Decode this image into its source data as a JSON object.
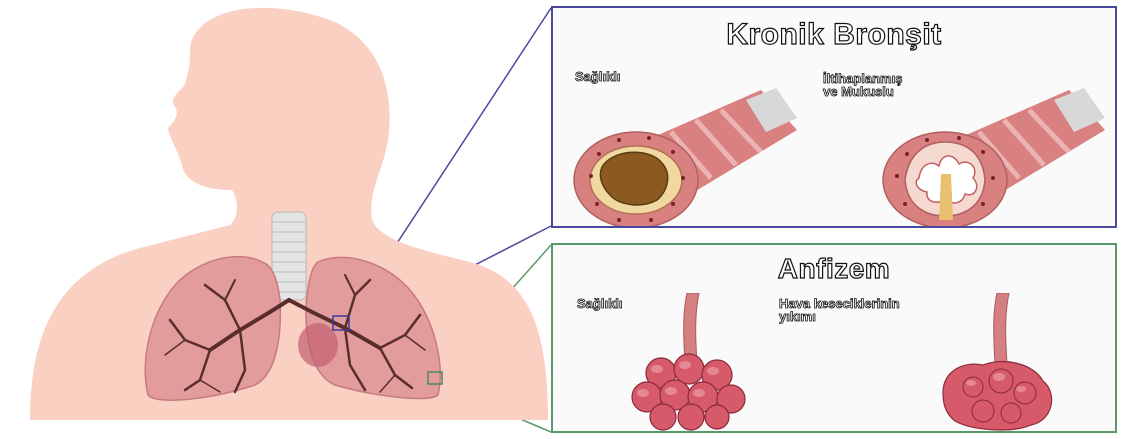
{
  "top_panel": {
    "title": "Kronik Bronşit",
    "left_label": "Sağlıklı",
    "right_label": "İltihaplanmış\nve Mukuslu"
  },
  "bottom_panel": {
    "title": "Anfizem",
    "left_label": "Sağlıklı",
    "right_label": "Hava keseciklerinin\nyıkımı"
  },
  "colors": {
    "skin": "#f9d0c1",
    "lung": "#e8a0a0",
    "lung_dark": "#c45d6a",
    "bronchi": "#5a2d2d",
    "trachea": "#e2e2e2",
    "top_frame": "#4a4a9a",
    "bottom_frame": "#5a9a6a",
    "alveoli": "#d65a6a"
  }
}
